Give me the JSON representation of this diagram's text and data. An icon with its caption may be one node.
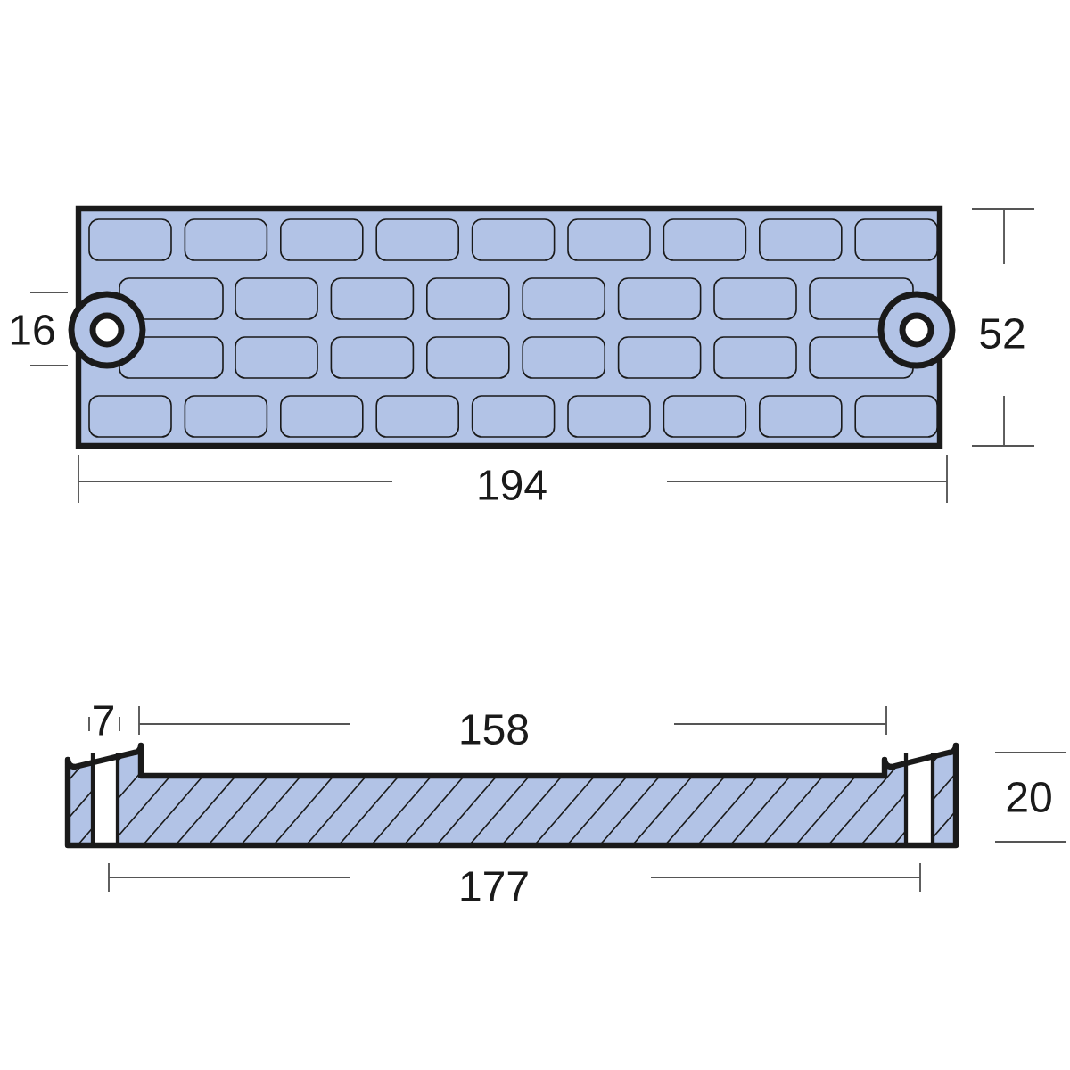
{
  "diagram": {
    "labels": [
      "16",
      "52",
      "194",
      "7",
      "158",
      "20",
      "177"
    ]
  }
}
